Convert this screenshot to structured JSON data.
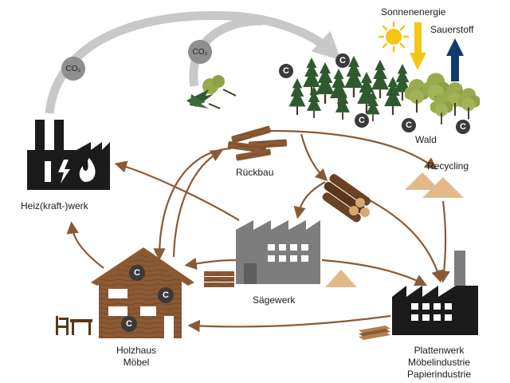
{
  "labels": {
    "sun": "Sonnenenergie",
    "oxygen": "Sauerstoff",
    "forest": "Wald",
    "recycling": "Recycling",
    "dismantling": "Rückbau",
    "heat_plant": "Heiz(kraft-)werk",
    "sawmill": "Sägewerk",
    "wood_house_line1": "Holzhaus",
    "wood_house_line2": "Möbel",
    "panel_plant_line1": "Plattenwerk",
    "panel_plant_line2": "Möbelindustrie",
    "panel_plant_line3": "Papierindustrie",
    "co2_left": "CO₂",
    "co2_right": "CO₂",
    "carbon_symbol": "C"
  },
  "colors": {
    "flow_arrow": "#8a5a36",
    "co2_arrow": "#c8c8c8",
    "building_black": "#1b1b1b",
    "sawmill_grey": "#7d7d7d",
    "tree_dark": "#2f5a2e",
    "tree_light": "#9aab4e",
    "wood_brown": "#8b5a34",
    "sawdust": "#e3b98a",
    "sun": "#f5c518",
    "oxygen_arrow": "#123a6e"
  }
}
